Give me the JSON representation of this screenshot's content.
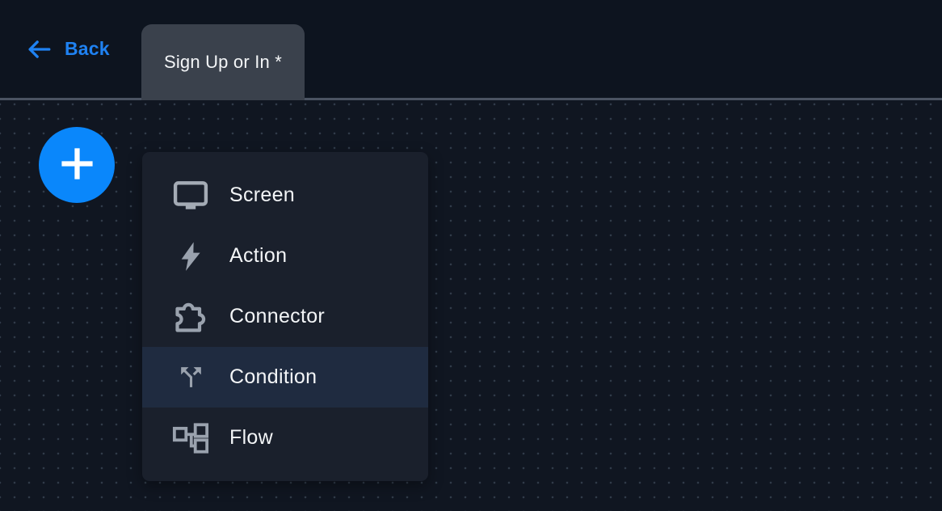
{
  "header": {
    "back_label": "Back",
    "back_icon": "arrow-left-icon",
    "tab": {
      "title": "Sign Up or In *"
    }
  },
  "canvas": {
    "add_button_icon": "plus-icon"
  },
  "node_menu": {
    "items": [
      {
        "label": "Screen",
        "icon": "monitor-icon",
        "selected": false
      },
      {
        "label": "Action",
        "icon": "lightning-bolt-icon",
        "selected": false
      },
      {
        "label": "Connector",
        "icon": "puzzle-piece-icon",
        "selected": false
      },
      {
        "label": "Condition",
        "icon": "split-arrows-icon",
        "selected": true
      },
      {
        "label": "Flow",
        "icon": "flowchart-icon",
        "selected": false
      }
    ]
  },
  "colors": {
    "header_bg": "#0d141f",
    "canvas_bg": "#101621",
    "tab_bg": "#3a414c",
    "accent_blue": "#1f82f2",
    "add_button_blue": "#0a87fb",
    "menu_bg": "#1a202c",
    "menu_highlight_bg": "#1f2b40",
    "icon_gray": "#9aa2ae",
    "divider": "#4a5362"
  }
}
